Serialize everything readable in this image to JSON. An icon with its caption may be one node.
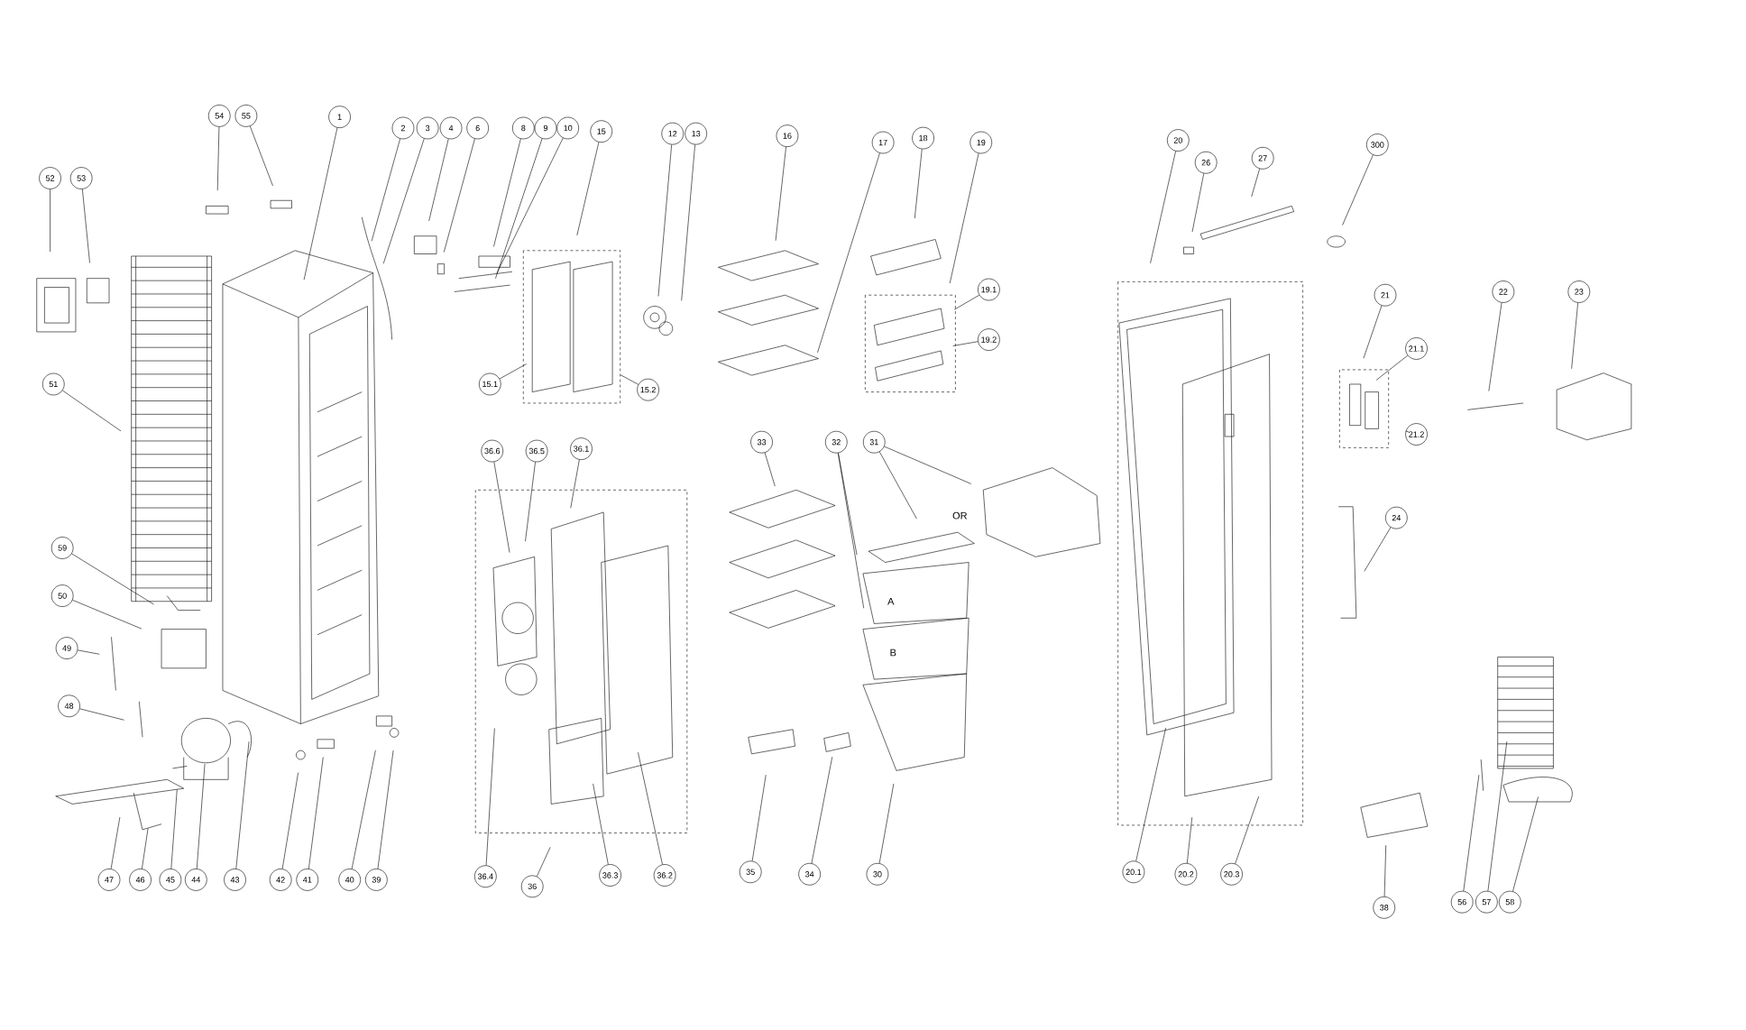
{
  "diagram": {
    "nodes": [
      {
        "text": [
          "52"
        ]
      },
      {
        "text": [
          "53"
        ]
      },
      {
        "text": [
          "54"
        ]
      },
      {
        "text": [
          "55"
        ]
      },
      {
        "text": [
          "1"
        ]
      },
      {
        "text": [
          "2"
        ]
      },
      {
        "text": [
          "3"
        ]
      },
      {
        "text": [
          "4"
        ]
      },
      {
        "text": [
          "6"
        ]
      },
      {
        "text": [
          "8"
        ]
      },
      {
        "text": [
          "9"
        ]
      },
      {
        "text": [
          "10"
        ]
      },
      {
        "text": [
          "15"
        ]
      },
      {
        "text": [
          "12"
        ]
      },
      {
        "text": [
          "13"
        ]
      },
      {
        "text": [
          "16"
        ]
      },
      {
        "text": [
          "17"
        ]
      },
      {
        "text": [
          "18"
        ]
      },
      {
        "text": [
          "19"
        ]
      },
      {
        "text": [
          "20"
        ]
      },
      {
        "text": [
          "26"
        ]
      },
      {
        "text": [
          "27"
        ]
      },
      {
        "text": [
          "300"
        ]
      },
      {
        "text": [
          "19.1"
        ]
      },
      {
        "text": [
          "19.2"
        ]
      },
      {
        "text": [
          "21"
        ]
      },
      {
        "text": [
          "22"
        ]
      },
      {
        "text": [
          "23"
        ]
      },
      {
        "text": [
          "21.1"
        ]
      },
      {
        "text": [
          "51"
        ]
      },
      {
        "text": [
          "15.1"
        ]
      },
      {
        "text": [
          "15.2"
        ]
      },
      {
        "text": [
          "21.2"
        ]
      },
      {
        "text": [
          "36.6"
        ]
      },
      {
        "text": [
          "36.5"
        ]
      },
      {
        "text": [
          "36.1"
        ]
      },
      {
        "text": [
          "33"
        ]
      },
      {
        "text": [
          "32"
        ]
      },
      {
        "text": [
          "31"
        ]
      },
      {
        "text": [
          "24"
        ]
      },
      {
        "text": [
          "59"
        ]
      },
      {
        "text": [
          "50"
        ]
      },
      {
        "text": [
          "49"
        ]
      },
      {
        "text": [
          "48"
        ]
      },
      {
        "text": [
          "47"
        ]
      },
      {
        "text": [
          "46"
        ]
      },
      {
        "text": [
          "45"
        ]
      },
      {
        "text": [
          "44"
        ]
      },
      {
        "text": [
          "43"
        ]
      },
      {
        "text": [
          "42"
        ]
      },
      {
        "text": [
          "41"
        ]
      },
      {
        "text": [
          "40"
        ]
      },
      {
        "text": [
          "39"
        ]
      },
      {
        "text": [
          "36.4"
        ]
      },
      {
        "text": [
          "36"
        ]
      },
      {
        "text": [
          "36.3"
        ]
      },
      {
        "text": [
          "36.2"
        ]
      },
      {
        "text": [
          "35"
        ]
      },
      {
        "text": [
          "34"
        ]
      },
      {
        "text": [
          "30"
        ]
      },
      {
        "text": [
          "20.1"
        ]
      },
      {
        "text": [
          "20.2"
        ]
      },
      {
        "text": [
          "20.3"
        ]
      },
      {
        "text": [
          "38"
        ]
      },
      {
        "text": [
          "56"
        ]
      },
      {
        "text": [
          "57"
        ]
      },
      {
        "text": [
          "58"
        ]
      }
    ],
    "edges": [
      {
        "from": 0,
        "to": null,
        "arrow": "none"
      },
      {
        "from": 1,
        "to": null,
        "arrow": "none"
      },
      {
        "from": 2,
        "to": null,
        "arrow": "none"
      },
      {
        "from": 3,
        "to": null,
        "arrow": "none"
      },
      {
        "from": 4,
        "to": null,
        "arrow": "none"
      },
      {
        "from": 5,
        "to": null,
        "arrow": "none"
      },
      {
        "from": 6,
        "to": null,
        "arrow": "none"
      },
      {
        "from": 7,
        "to": null,
        "arrow": "none"
      },
      {
        "from": 8,
        "to": null,
        "arrow": "none"
      },
      {
        "from": 9,
        "to": null,
        "arrow": "none"
      },
      {
        "from": 10,
        "to": null,
        "arrow": "none"
      },
      {
        "from": 11,
        "to": null,
        "arrow": "none"
      },
      {
        "from": 12,
        "to": null,
        "arrow": "none"
      },
      {
        "from": 13,
        "to": null,
        "arrow": "none"
      },
      {
        "from": 14,
        "to": null,
        "arrow": "none"
      },
      {
        "from": 15,
        "to": null,
        "arrow": "none"
      },
      {
        "from": 16,
        "to": null,
        "arrow": "none"
      },
      {
        "from": 17,
        "to": null,
        "arrow": "none"
      },
      {
        "from": 18,
        "to": null,
        "arrow": "none"
      },
      {
        "from": 19,
        "to": null,
        "arrow": "none"
      },
      {
        "from": 20,
        "to": null,
        "arrow": "none"
      },
      {
        "from": 21,
        "to": null,
        "arrow": "none"
      },
      {
        "from": 22,
        "to": null,
        "arrow": "none"
      },
      {
        "from": 23,
        "to": null,
        "arrow": "none"
      },
      {
        "from": 24,
        "to": null,
        "arrow": "none"
      },
      {
        "from": 25,
        "to": null,
        "arrow": "none"
      },
      {
        "from": 26,
        "to": null,
        "arrow": "none"
      },
      {
        "from": 27,
        "to": null,
        "arrow": "none"
      },
      {
        "from": 28,
        "to": null,
        "arrow": "none"
      },
      {
        "from": 29,
        "to": null,
        "arrow": "none"
      },
      {
        "from": 30,
        "to": null,
        "arrow": "none"
      },
      {
        "from": 31,
        "to": null,
        "arrow": "none"
      },
      {
        "from": 32,
        "to": null,
        "arrow": "none"
      },
      {
        "from": 33,
        "to": null,
        "arrow": "none"
      },
      {
        "from": 34,
        "to": null,
        "arrow": "none"
      },
      {
        "from": 35,
        "to": null,
        "arrow": "none"
      },
      {
        "from": 36,
        "to": null,
        "arrow": "none"
      },
      {
        "from": 37,
        "to": null,
        "arrow": "none"
      },
      {
        "from": 37,
        "to": null,
        "arrow": "none"
      },
      {
        "from": 38,
        "to": null,
        "arrow": "none"
      },
      {
        "from": 38,
        "to": null,
        "arrow": "none"
      },
      {
        "from": 39,
        "to": null,
        "arrow": "none"
      },
      {
        "from": 40,
        "to": null,
        "arrow": "none"
      },
      {
        "from": 41,
        "to": null,
        "arrow": "none"
      },
      {
        "from": 42,
        "to": null,
        "arrow": "none"
      },
      {
        "from": 43,
        "to": null,
        "arrow": "none"
      },
      {
        "from": 44,
        "to": null,
        "arrow": "none"
      },
      {
        "from": 45,
        "to": null,
        "arrow": "none"
      },
      {
        "from": 46,
        "to": null,
        "arrow": "none"
      },
      {
        "from": 47,
        "to": null,
        "arrow": "none"
      },
      {
        "from": 48,
        "to": null,
        "arrow": "none"
      },
      {
        "from": 49,
        "to": null,
        "arrow": "none"
      },
      {
        "from": 50,
        "to": null,
        "arrow": "none"
      },
      {
        "from": 51,
        "to": null,
        "arrow": "none"
      },
      {
        "from": 52,
        "to": null,
        "arrow": "none"
      },
      {
        "from": 53,
        "to": null,
        "arrow": "none"
      },
      {
        "from": 54,
        "to": null,
        "arrow": "none"
      },
      {
        "from": 55,
        "to": null,
        "arrow": "none"
      },
      {
        "from": 56,
        "to": null,
        "arrow": "none"
      },
      {
        "from": 57,
        "to": null,
        "arrow": "none"
      },
      {
        "from": 58,
        "to": null,
        "arrow": "none"
      },
      {
        "from": 59,
        "to": null,
        "arrow": "none"
      },
      {
        "from": 60,
        "to": null,
        "arrow": "none"
      },
      {
        "from": 61,
        "to": null,
        "arrow": "none"
      },
      {
        "from": 62,
        "to": null,
        "arrow": "none"
      },
      {
        "from": 63,
        "to": null,
        "arrow": "none"
      },
      {
        "from": 64,
        "to": null,
        "arrow": "none"
      },
      {
        "from": 65,
        "to": null,
        "arrow": "none"
      },
      {
        "from": 66,
        "to": null,
        "arrow": "none"
      }
    ],
    "labels": [
      "OR",
      "A",
      "B"
    ]
  }
}
